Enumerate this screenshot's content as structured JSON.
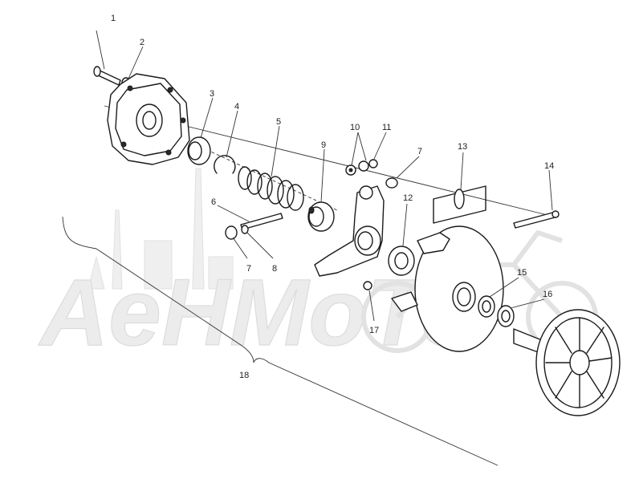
{
  "watermark": {
    "text": "AeHMoTo"
  },
  "callouts": [
    "1",
    "2",
    "3",
    "4",
    "5",
    "6",
    "7",
    "8",
    "9",
    "10",
    "11",
    "7",
    "12",
    "13",
    "14",
    "15",
    "16",
    "17",
    "18"
  ]
}
